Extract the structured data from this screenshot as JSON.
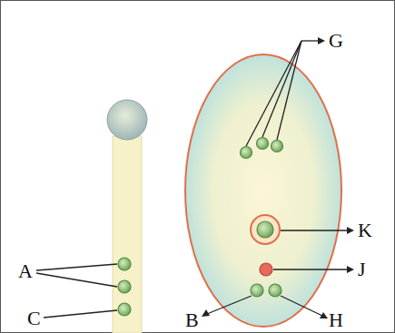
{
  "diagram": {
    "labels": [
      "A",
      "C",
      "G",
      "K",
      "J",
      "B",
      "H"
    ]
  }
}
